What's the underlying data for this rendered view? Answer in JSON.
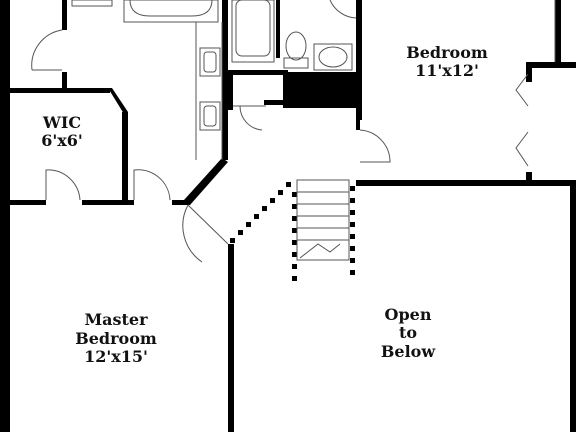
{
  "floor_plan": {
    "rooms": {
      "bedroom": {
        "name": "Bedroom",
        "size": "11'x12'"
      },
      "wic": {
        "name": "WIC",
        "size": "6'x6'"
      },
      "master": {
        "name_line1": "Master",
        "name_line2": "Bedroom",
        "size": "12'x15'"
      },
      "open": {
        "line1": "Open",
        "line2": "to",
        "line3": "Below"
      }
    },
    "colors": {
      "wall": "#000000",
      "fixture": "#555555",
      "background": "#ffffff"
    }
  }
}
